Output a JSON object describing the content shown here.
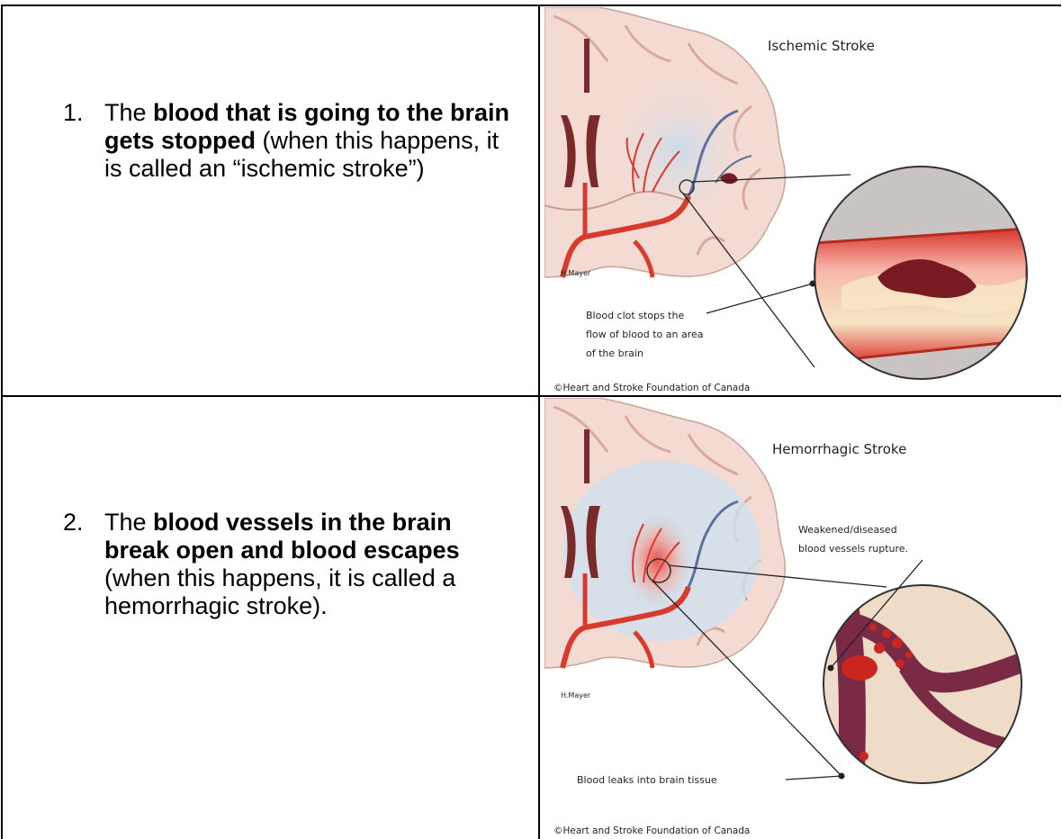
{
  "rows": [
    {
      "number": "1.",
      "bold": "blood that is going to the brain gets stopped",
      "pre": "The ",
      "post": " (when this happens, it is called an “ischemic stroke”)",
      "figure": {
        "title": "Ischemic Stroke",
        "artist": "H.Mayer",
        "callout_lines": [
          "Blood clot stops the",
          "flow of blood to an area",
          "of the brain"
        ],
        "credit": "©Heart and Stroke Foundation of Canada"
      }
    },
    {
      "number": "2.",
      "bold": "blood vessels in the brain break open and blood escapes",
      "pre": "The ",
      "post": " (when this happens, it is called a hemorrhagic stroke).",
      "figure": {
        "title": "Hemorrhagic Stroke",
        "artist": "H.Mayer",
        "callout_top_lines": [
          "Weakened/diseased",
          "blood vessels rupture."
        ],
        "callout_bottom": "Blood leaks into brain tissue",
        "credit": "©Heart and Stroke Foundation of Canada"
      }
    }
  ],
  "colors": {
    "brain": "#f4dcd6",
    "artery": "#d93a2e",
    "vein": "#5e6f9a",
    "clot": "#7a1a22",
    "ischemia": "#bcd5e8"
  }
}
